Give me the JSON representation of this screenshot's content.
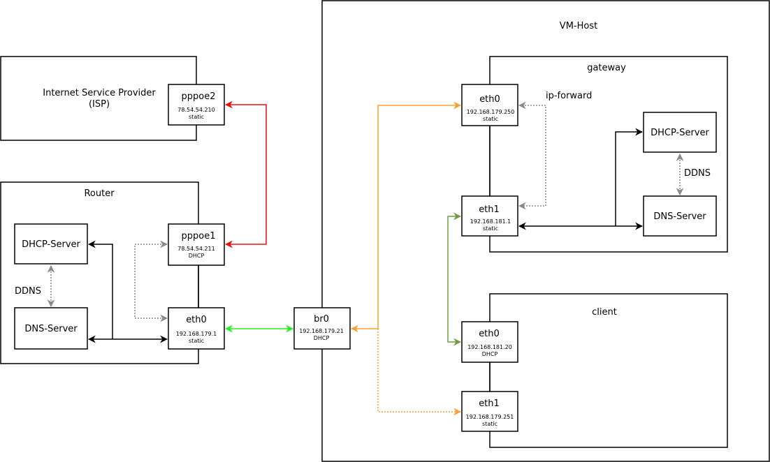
{
  "colors": {
    "red": "#e81010",
    "orange": "#f5a033",
    "green": "#22ee22",
    "olive": "#6f9d3e",
    "gray": "#8a8a8a",
    "black": "#000000"
  },
  "containers": {
    "isp": {
      "title_line1": "Internet Service Provider",
      "title_line2": "(ISP)"
    },
    "router": {
      "title": "Router"
    },
    "vmhost": {
      "title": "VM-Host"
    },
    "gateway": {
      "title": "gateway"
    },
    "client": {
      "title": "client"
    }
  },
  "nodes": {
    "isp_pppoe2": {
      "name": "pppoe2",
      "ip": "78.54.54.210",
      "mode": "static"
    },
    "router_pppoe1": {
      "name": "pppoe1",
      "ip": "78.54.54.211",
      "mode": "DHCP"
    },
    "router_eth0": {
      "name": "eth0",
      "ip": "192.168.179.1",
      "mode": "static"
    },
    "router_dhcp": {
      "name": "DHCP-Server"
    },
    "router_dns": {
      "name": "DNS-Server"
    },
    "br0": {
      "name": "br0",
      "ip": "192.168.179.21",
      "mode": "DHCP"
    },
    "gw_eth0": {
      "name": "eth0",
      "ip": "192.168.179.250",
      "mode": "static"
    },
    "gw_eth1": {
      "name": "eth1",
      "ip": "192.168.181.1",
      "mode": "static"
    },
    "gw_dhcp": {
      "name": "DHCP-Server"
    },
    "gw_dns": {
      "name": "DNS-Server"
    },
    "client_eth0": {
      "name": "eth0",
      "ip": "192.168.181.20",
      "mode": "DHCP"
    },
    "client_eth1": {
      "name": "eth1",
      "ip": "192.168.179.251",
      "mode": "static"
    }
  },
  "edge_labels": {
    "router_ddns": "DDNS",
    "gw_ddns": "DDNS",
    "ip_forward": "ip-forward"
  }
}
